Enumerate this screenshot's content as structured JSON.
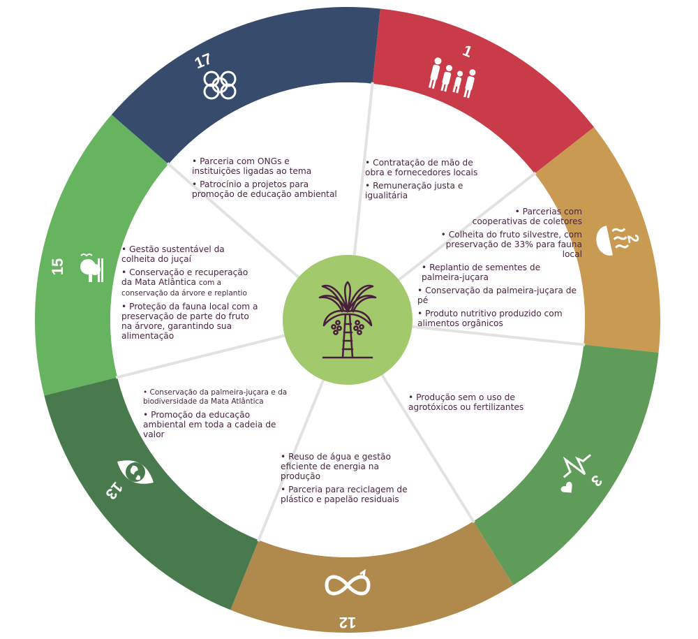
{
  "wheel": {
    "segments": [
      {
        "id": "sdg-1",
        "number": "1",
        "color": "#c93b48",
        "icon": "family-icon"
      },
      {
        "id": "sdg-2",
        "number": "2",
        "color": "#c99a52",
        "icon": "food-bowl-icon"
      },
      {
        "id": "sdg-3",
        "number": "3",
        "color": "#5f9c5a",
        "icon": "heartbeat-icon"
      },
      {
        "id": "sdg-12",
        "number": "12",
        "color": "#b08a4c",
        "icon": "infinity-loop-icon"
      },
      {
        "id": "sdg-13",
        "number": "13",
        "color": "#497a4e",
        "icon": "eye-globe-icon"
      },
      {
        "id": "sdg-15",
        "number": "15",
        "color": "#67b460",
        "icon": "tree-birds-icon"
      },
      {
        "id": "sdg-17",
        "number": "17",
        "color": "#374b6d",
        "icon": "interlocking-rings-icon"
      }
    ],
    "center_color": "#a2c96c",
    "center_icon": "palm-tree-icon"
  },
  "blocks": {
    "sdg1": [
      "• Contratação de mão de obra e fornecedores locais",
      "• Remuneração justa e igualitária"
    ],
    "sdg2": [
      "• Parcerias com cooperativas de coletores",
      "• Colheita do fruto silvestre, com preservação de 33% para fauna local",
      "• Replantio de sementes de palmeira-juçara",
      "• Conservação da palmeira-juçara de pé",
      "• Produto nutritivo produzido com alimentos orgânicos"
    ],
    "sdg3": [
      "• Produção sem o uso de agrotóxicos ou fertilizantes"
    ],
    "sdg12": [
      "• Reuso de água e gestão eficiente de energia na produção",
      "• Parceria para reciclagem de plástico e papelão residuais"
    ],
    "sdg13": [
      "• Conservação da palmeira-juçara e da biodiversidade da Mata Atlântica",
      "• Promoção da educação ambiental em toda a cadeia de valor"
    ],
    "sdg15": [
      "• Gestão sustentável da colheita do juçaí",
      "• Conservação e recuperação da Mata Atlântica",
      "com a conservação da árvore e replantio",
      "• Proteção da fauna local com a preservação de parte do fruto na árvore, garantindo sua alimentação"
    ],
    "sdg17": [
      "• Parceria com ONGs e instituições ligadas ao tema",
      "• Patrocínio a projetos para promoção de educação ambiental"
    ]
  }
}
